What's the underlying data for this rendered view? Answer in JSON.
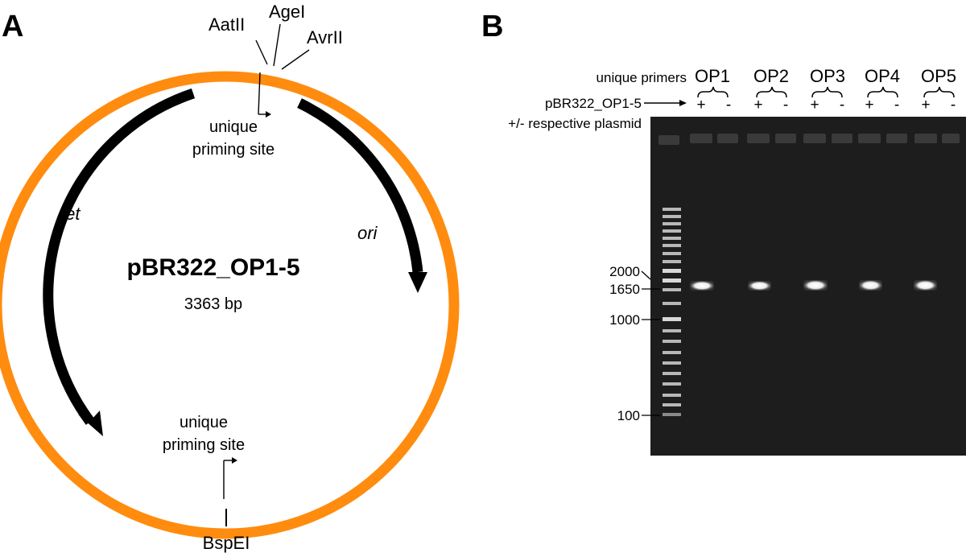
{
  "panel_a": {
    "label": "A",
    "plasmid_name": "pBR322_OP1-5",
    "plasmid_size": "3363 bp",
    "sites": [
      "AatII",
      "AgeI",
      "AvrII",
      "BspEI"
    ],
    "priming_top": [
      "unique",
      "priming site"
    ],
    "priming_bottom": [
      "unique",
      "priming site"
    ],
    "genes": [
      "tet",
      "ori"
    ],
    "colors": {
      "backbone": "#FF8C0F",
      "arrows": "#000000"
    }
  },
  "panel_b": {
    "label": "B",
    "row_primers": "unique primers",
    "row_template": "pBR322_OP1-5",
    "row_plasmid": "+/- respective plasmid",
    "groups": [
      {
        "name": "OP1",
        "plus": "+",
        "minus": "-"
      },
      {
        "name": "OP2",
        "plus": "+",
        "minus": "-"
      },
      {
        "name": "OP3",
        "plus": "+",
        "minus": "-"
      },
      {
        "name": "OP4",
        "plus": "+",
        "minus": "-"
      },
      {
        "name": "OP5",
        "plus": "+",
        "minus": "-"
      }
    ],
    "markers": [
      "2000",
      "1650",
      "1000",
      "100"
    ],
    "colors": {
      "gel": "#1d1d1d",
      "band": "#f4f4f4"
    }
  }
}
